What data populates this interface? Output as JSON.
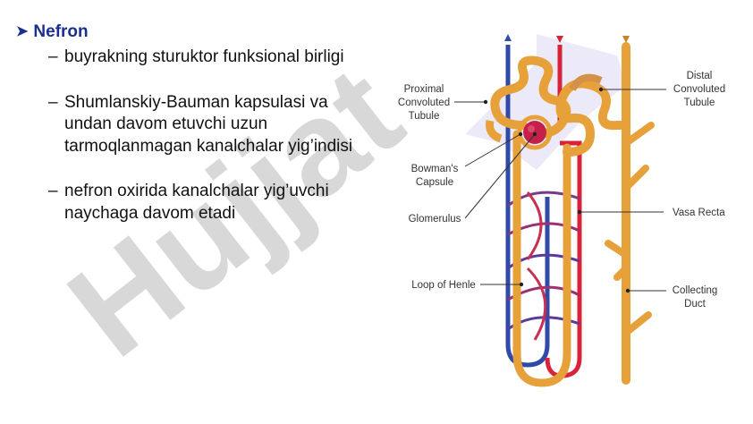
{
  "heading": {
    "marker": "➤",
    "text": "Nefron"
  },
  "bullets": [
    {
      "dash": "–",
      "text": "buyrakning sturuktor funksional birligi"
    },
    {
      "dash": "–",
      "text": "Shumlanskiy-Bauman kapsulasi va undan davom etuvchi uzun tarmoqlanmagan kanalchalar yig’indisi"
    },
    {
      "dash": "–",
      "text": "nefron oxirida kanalchalar yig’uvchi naychaga davom etadi"
    }
  ],
  "watermark": "Hujjat",
  "diagram": {
    "labels": {
      "proximal": [
        "Proximal",
        "Convoluted",
        "Tubule"
      ],
      "distal": [
        "Distal",
        "Convoluted",
        "Tubule"
      ],
      "bowman": [
        "Bowman's",
        "Capsule"
      ],
      "glomerulus": "Glomerulus",
      "vasa_recta": "Vasa Recta",
      "loop_henle": "Loop of Henle",
      "collecting": [
        "Collecting",
        "Duct"
      ]
    },
    "colors": {
      "tubule": "#e7a13a",
      "tubule_dark": "#c98325",
      "vein": "#2f4aa8",
      "artery": "#d8233a",
      "glomerulus": "#c5204a",
      "watermark": "#cccccc"
    }
  }
}
